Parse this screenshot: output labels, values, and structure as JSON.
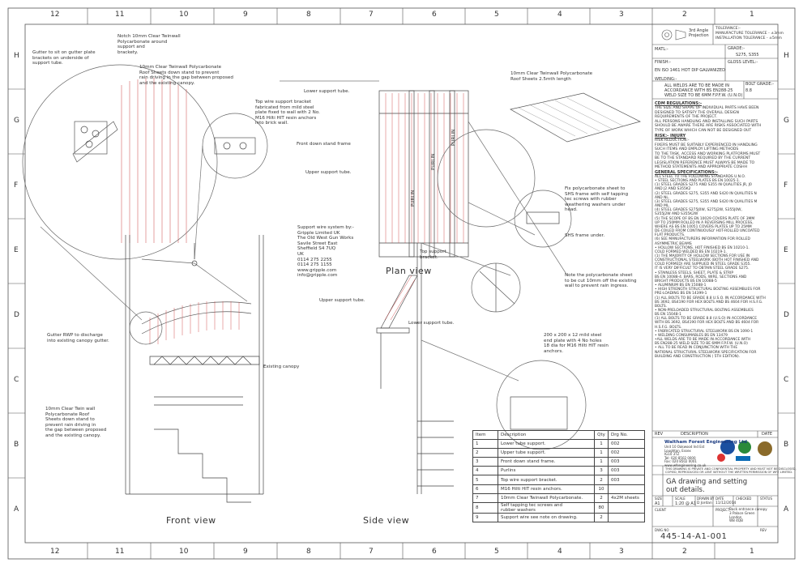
{
  "grid": {
    "columns": [
      "12",
      "11",
      "10",
      "9",
      "8",
      "7",
      "6",
      "5",
      "4",
      "3",
      "2",
      "1"
    ],
    "rows": [
      "H",
      "G",
      "F",
      "E",
      "D",
      "C",
      "B",
      "A"
    ]
  },
  "views": {
    "front": "Front view",
    "side": "Side view",
    "plan": "Plan view"
  },
  "annotations": {
    "notch": "Notch 10mm Clear Twinwall\nPolycarbonate around\nsupport and\nbrackety.",
    "gutter_sit": "Gutter to sit on gutter plate\nbrackets on underside of\nsupport tube.",
    "roof_sheets": "10mm Clear Twinwall Polycarbonate\nRoof Sheets down stand to prevent\nrain driving in the gap between proposed\nand the existing canopy.",
    "top_bracket": "Top wire support bracket\nfabricated from mild steel\nplate fixed to wall with 2 No.\nM16 Hilti HIT resin anchors\ninto brick wall.",
    "gutter_rwp": "Gutter RWP to discharge\ninto existing canopy gutter.",
    "existing_canopy": "Existing canopy",
    "twin_wall": "10mm Clear Twin wall\nPolycarbonate Roof\nSheets down stand to\nprevent rain driving in\nthe gap between proposed\nand the existing canopy.",
    "lower_tube_plan": "Lower support tube.",
    "upper_tube_plan": "Upper support tube.",
    "front_frame": "Front down stand frame",
    "purlin": "PURLIN",
    "plan_sheets": "10mm Clear Twinwall Polycarbonate\nRoof Sheets 2.5mth length",
    "fix_sheet": "Fix polycarbonate sheet to\nSHS frame with self tapping\ntec screws with rubber\nweathering washers under\nhead.",
    "shs_frame": "SHS frame under.",
    "support_wire": "Support wire system by:-\nGripple Limited UK\nThe Old West Gun Works\nSavile Street East\nSheffield S4 7UQ\nUK\n0114 275 2255\n0114 275 1155\nwww.gripple.com\ninfo@gripple.com",
    "top_support_bracket": "Top support\nbracket.",
    "note_poly": "Note the polycarbonate sheet\nto be cut 10mm off the existing\nwall to prevent rain ingress.",
    "upper_tube_side": "Upper support tube.",
    "lower_tube_side": "Lower support tube.",
    "end_plate": "200 x 200 x 12 mild steel\nend plate with 4 No holes\n18 dia for M16 Hilti HIT resin\nanchors."
  },
  "title_block": {
    "projection": "3rd Angle\nProjection",
    "tolerance": "TOLERANCE:-\nMANUFACTURE TOLERANCE - ±3mm\nINSTALLATION TOLERANCE - ±5mm",
    "matl_label": "MATL:-",
    "grade_label": "GRADE:-",
    "grade_value": "S275, S355",
    "finish_label": "FINISH:-",
    "finish_value": "EN ISO 1461 HOT DIP GALVANIZED",
    "gloss_label": "GLOSS LEVEL:-",
    "welding_label": "WELDING:-",
    "welding_value": "ALL WELDS ARE TO BE MADE IN\nACCORDANCE WITH BS EN288-25\nWELD SIZE TO BE 6MM F.P.F.W. (U.N.O)",
    "bolt_label": "BOLT GRADE:-",
    "bolt_value": "8.8",
    "cdm_label": "CDM REGULATIONS:-",
    "cdm_text": "THE SIZE AND SHAPE OF INDIVIDUAL PARTS HAVE BEEN\nDESIGNED TO SATISFY THE OVERALL DESIGN\nREQUIREMENTS OF THE PROJECT.\nALL PERSONS HANDLING AND INSTALLING SUCH PARTS\nSHOULD BE AWARE THERE ARE RISKS ASSOCIATED WITH\nTYPE OF WORK WHICH CAN NOT BE DESIGNED OUT",
    "risk_label": "RISK:- INJURY",
    "risk_text": "RISK REDUCTION:-\nFIXERS MUST BE SUITABLY EXPERIENCED IN HANDLING\nSUCH ITEMS AND EMPLOY LIFTING METHODS\nTO THE TASK. ACCESS AND WORKING PLATFORMS MUST\nBE TO THE STANDARD REQUIRED BY THE CURRENT\nLEGISLATION REFERENCE MUST ALWAYS BE MADE TO\nMETHOD STATEMENTS AND APPROPRIATE COSHH",
    "spec_label": "GENERAL SPECIFICATIONS:-",
    "spec_text": "ALL STEEL TO THE FOLLOWING STANDARDS U.N.O.\n• STEEL SECTIONS AND PLATES BS EN 10025-1.\n(1) STEEL GRADES S275 AND S355 IN QUALITIES JR, J0\nAND J2 AND S355K2\n(2) STEEL GRADES S275, S355 AND S420 IN QUALITIES N\nAND NL.\n(3) STEEL GRADES S275, S355 AND S420 IN QUALITIES M\nAND ML.\n(4) STEEL GRADES S275J0W, S275J2W, S355J0W,\nS355J2W AND S355K2W\n(5) THE SCOPE OF BS EN 10029 COVERS PLATE OF 3MM\nUP TO 250MM ROLLED IN A REVERSING MILL PROCESS,\nWHERE AS BS EN 10051 COVERS PLATES UP TO 25MM\nDE-COILED FROM CONTINUOUSLY HOT-ROLLED UNCOATED\nFLAT PRODUCTS.\n(6) SEE MANUFACTURERS INFORMATION FOR ROLLED\nASYMMETRIC BEAMS\n• HOLLOW SECTIONS. HOT FINISHED BS EN 10210-1.\nCOLD FORMED WELDED BS EN 10219-1.\n(1) THE MAJORITY OF HOLLOW SECTIONS FOR USE IN\nCONSTRUCTIONAL STEELWORK (BOTH HOT FINISHED AND\nCOLD FORMED) ARE SUPPLIED IN STEEL GRADE S355.\nIT IS VERY DIFFICULT TO OBTAIN STEEL GRADE S275.\n• STAINLESS STEELS. SHEET, PLATE & STRIP\nBS EN 10088-4. BARS, RODS, WIRE, SECTIONS AND\nBRIGHT PRODUCTS BS EN 10088-5\n• ALUMINIUM BS EN 15088-1\n• HIGH STRENGTH STRUCTURAL BOLTING ASSEMBLIES FOR\nPRE-LOADING BS EN 14399-1\n(1) ALL BOLTS TO BE GRADE 8.8 U.S.O. IN ACCORDANCE WITH\nBS 3692, BS4190 FOR HEX BOLTS AND BS 4604 FOR H.S.F.G.\nBOLTS.\n• NON-PRELOADED STRUCTURAL BOLTING ASSEMBLIES\nBS EN 15048-1\n(1) ALL BOLTS TO BE GRADE 8.8 (U.S.O) IN ACCORDANCE\nWITH BS 3692, BS4190 FOR HEX BOLTS AND BS 4604 FOR\nH.S.F.G. BOLTS.\n• FABRICATED STRUCTURAL STEELWORK BS EN 1090-1\n• WELDING CONSUMABLES BS EN 13479\n•ALL WELDS ARE TO BE MADE IN ACCORDANCE WITH\nBS EN288-25 WELD SIZE TO BE 6MM F.P.F.W. (U.N.O)\n• ALL TO BE READ IN CONJUNCTION WITH THE\nNATIONAL STRUCTURAL STEELWORK SPECIFICATION FOR\nBUILDING AND CONSTRUCTION ( 5TH EDITION).",
    "rev": "REV",
    "description": "DESCRIPTION",
    "date": "DATE",
    "company": "Waltham Forest Engineering Ltd",
    "company_addr": "Unit 10 Oakwood Ind Est\nLoughton, Essex\nIG10 3TZ\nTel: 020 8502 0000\nFax: 020 8502 0001\nwww.wfengineering.co.uk",
    "copyright": "THIS DRAWING IS PRIVATE AND CONFIDENTIAL PROPERTY AND MUST NOT BE DISCLOSED,\nCOPIED, REPRODUCED OR LENT WITHOUT THE WRITTEN PERMISSION OF WFE LIMITED.",
    "title": "GA drawing and setting\nout details.",
    "size_label": "SIZE",
    "size_value": "A1",
    "scale_label": "SCALE",
    "scale_value": "1:20 @ A1",
    "drawn_label": "DRAWN BY",
    "drawn_value": "D Jordan",
    "date_label": "DATE",
    "date_value": "11/12/2014",
    "checked_label": "CHECKED",
    "status_label": "STATUS",
    "client_label": "CLIENT",
    "project_label": "PROJECT",
    "project_value": "Back entrance canopy\n3 Palace Green\nLondon\nW8 4QB",
    "dwg_no_label": "DWG NO",
    "dwg_no": "445-14-A1-001"
  },
  "bom": {
    "headers": [
      "Item",
      "Description",
      "Qty",
      "Drg No."
    ],
    "rows": [
      [
        "1",
        "Lower tube support.",
        "1",
        "002"
      ],
      [
        "2",
        "Upper tube support.",
        "1",
        "002"
      ],
      [
        "3",
        "Front down stand frame.",
        "1",
        "003"
      ],
      [
        "4",
        "Purlins",
        "3",
        "003"
      ],
      [
        "5",
        "Top wire support bracket.",
        "2",
        "003"
      ],
      [
        "6",
        "M16 Hilti HIT resin anchors.",
        "10",
        ""
      ],
      [
        "7",
        "10mm Clear Twinwall Polycarbonate.",
        "2",
        "4x2M sheets"
      ],
      [
        "8",
        "Self tapping tec screws and\nrubber washers",
        "80",
        ""
      ],
      [
        "9",
        "Support wire see note on drawing.",
        "2",
        ""
      ]
    ]
  }
}
